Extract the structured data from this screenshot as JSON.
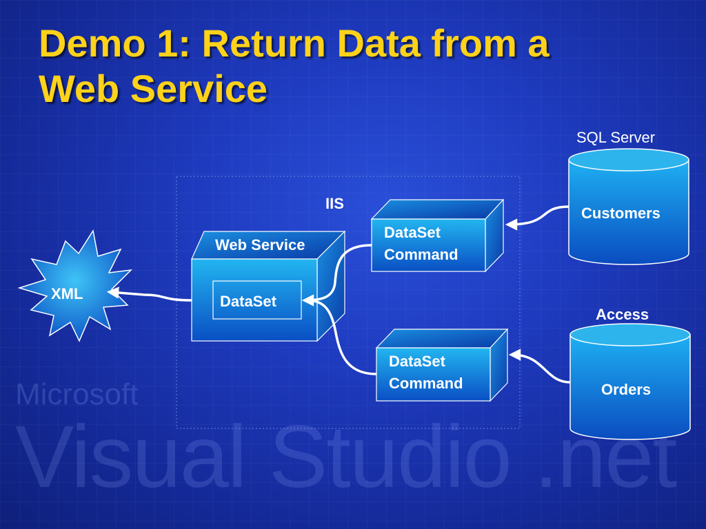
{
  "slide": {
    "title_line1": "Demo 1: Return Data from a",
    "title_line2": "Web Service"
  },
  "diagram": {
    "iis_label": "IIS",
    "xml_label": "XML",
    "web_service_label": "Web Service",
    "dataset_label": "DataSet",
    "command1_line1": "DataSet",
    "command1_line2": "Command",
    "command2_line1": "DataSet",
    "command2_line2": "Command",
    "sql_server_label": "SQL Server",
    "customers_label": "Customers",
    "access_label": "Access",
    "orders_label": "Orders"
  },
  "watermark": {
    "line1": "Microsoft",
    "line2": "Visual Studio .net"
  },
  "colors": {
    "title": "#ffd21a",
    "text": "#ffffff",
    "shape_fill_top": "#22b5f0",
    "shape_fill_bottom": "#0a4fc4"
  }
}
